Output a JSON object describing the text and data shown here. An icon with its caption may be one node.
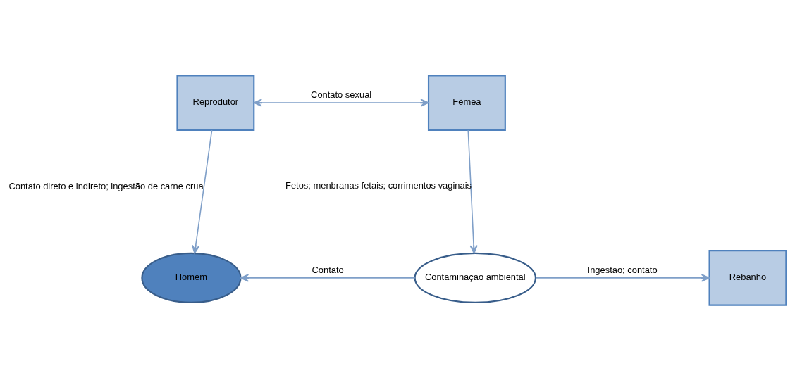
{
  "diagram": {
    "nodes": [
      {
        "text": [
          "Reprodutor"
        ]
      },
      {
        "text": [
          "Fêmea"
        ]
      },
      {
        "text": [
          "Homem"
        ]
      },
      {
        "text": [
          "Contaminação ambiental"
        ]
      },
      {
        "text": [
          "Rebanho"
        ]
      }
    ],
    "edges": [
      {
        "from": 0,
        "to": 1,
        "arrow": "both",
        "label": "Contato sexual"
      },
      {
        "from": 0,
        "to": 2,
        "arrow": "to",
        "label": "Contato direto e indireto; ingestão de carne crua"
      },
      {
        "from": 1,
        "to": 3,
        "arrow": "to",
        "label": "Fetos; menbranas fetais; corrimentos vaginais"
      },
      {
        "from": 3,
        "to": 2,
        "arrow": "to",
        "label": "Contato"
      },
      {
        "from": 3,
        "to": 4,
        "arrow": "to",
        "label": "Ingestão; contato"
      }
    ]
  }
}
